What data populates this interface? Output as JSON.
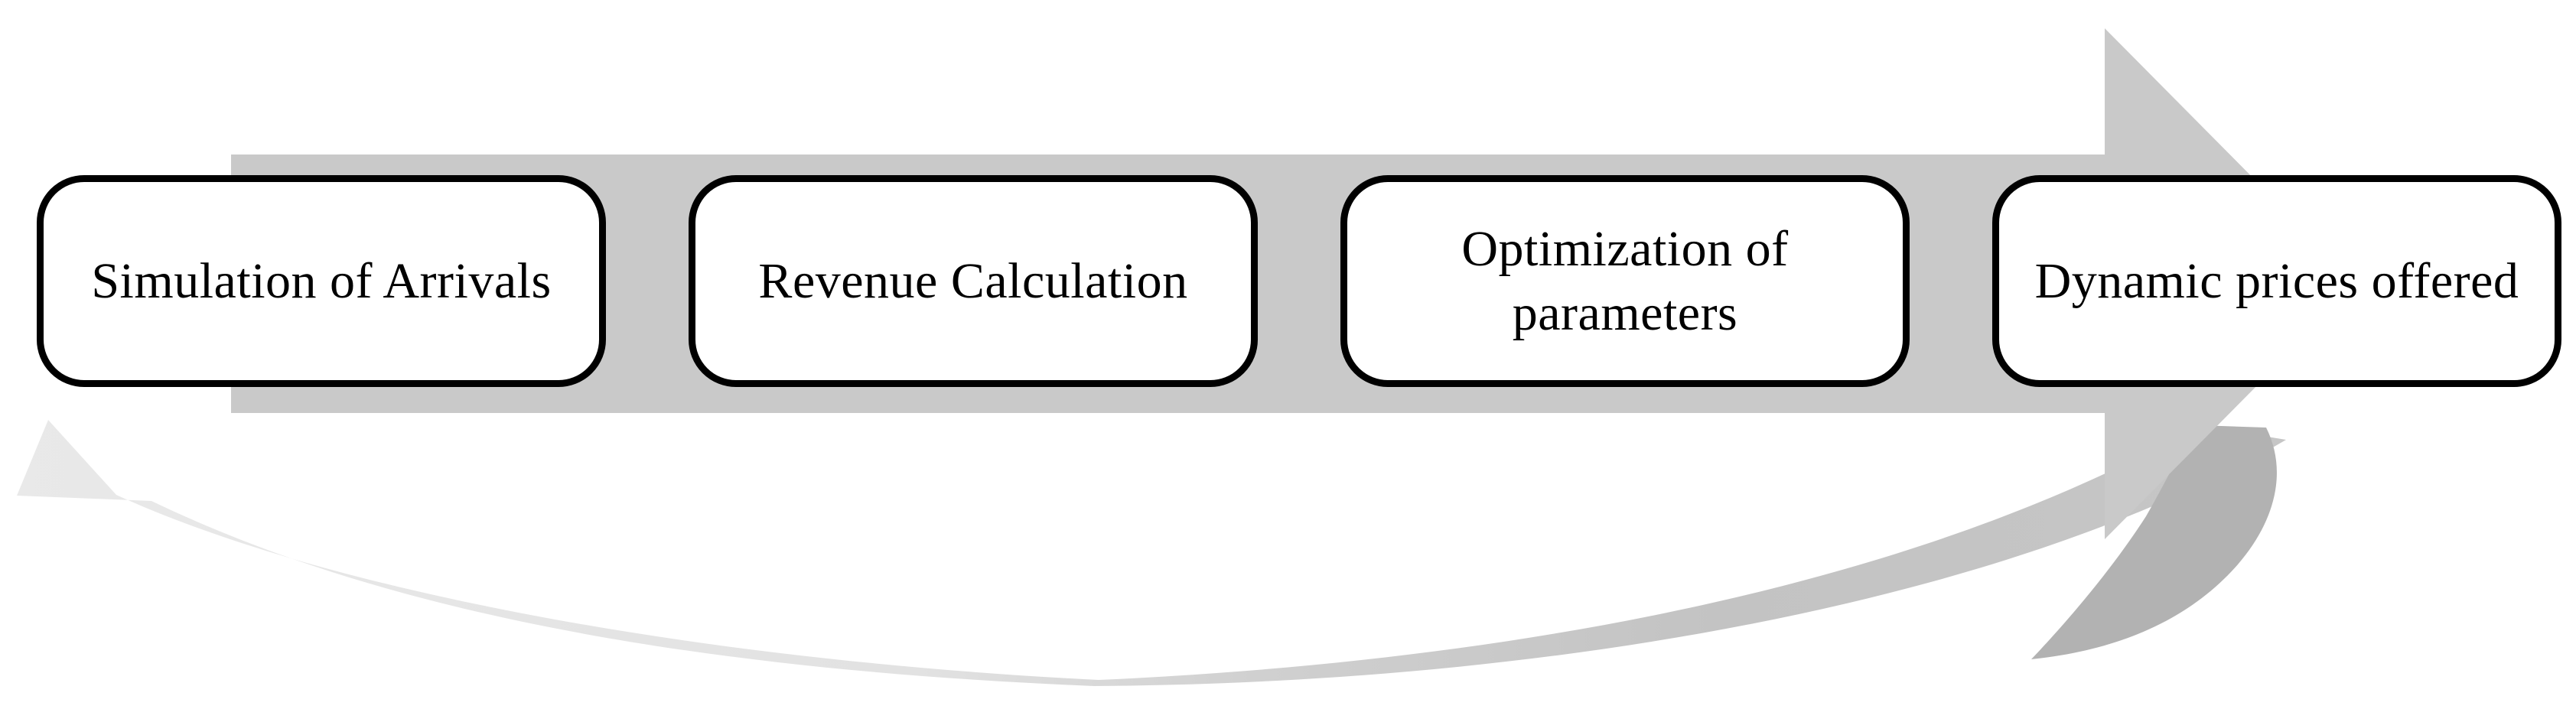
{
  "figure": {
    "type": "process-cycle-diagram",
    "background_color": "#ffffff",
    "process_arrow": {
      "description": "large right-pointing arrow behind the step boxes",
      "color": "#c9c9c9"
    },
    "feedback_arrow": {
      "description": "curved arrow sweeping below from right back to lower-left",
      "color_light": "#e9e9e9",
      "color_mid": "#d0d0d0",
      "color_dark": "#b2b2b2"
    },
    "box_style": {
      "fill": "#ffffff",
      "border_color": "#000000",
      "text_color": "#000000"
    },
    "steps": [
      {
        "label": "Simulation of Arrivals"
      },
      {
        "label": "Revenue Calculation"
      },
      {
        "label": "Optimization of parameters"
      },
      {
        "label": "Dynamic prices offered"
      }
    ]
  }
}
